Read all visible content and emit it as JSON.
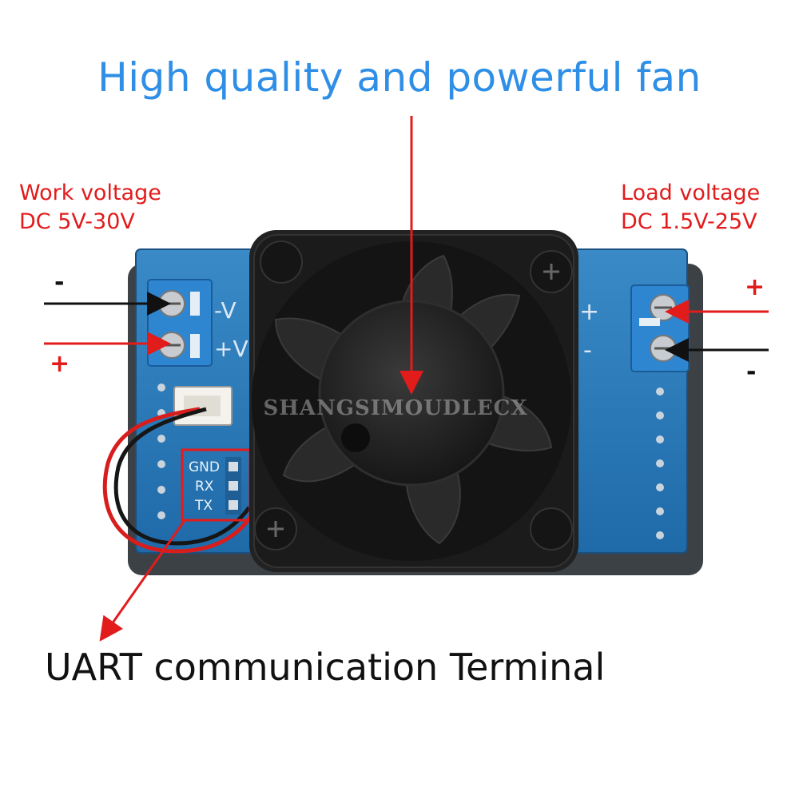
{
  "title": "High quality and powerful fan",
  "work_voltage": {
    "line1": "Work voltage",
    "line2": "DC 5V-30V",
    "minus": "-",
    "plus": "+"
  },
  "load_voltage": {
    "line1": "Load voltage",
    "line2": "DC 1.5V-25V",
    "plus": "+",
    "minus": "-"
  },
  "uart_label": "UART communication Terminal",
  "pin_labels": [
    "GND",
    "RX",
    "TX"
  ],
  "terminal_marks": {
    "left_top": "-V",
    "left_bottom": "+V",
    "right_top": "+",
    "right_bottom": "-"
  },
  "watermark": "SHANGSIMOUDLECX",
  "colors": {
    "title": "#2f8fe6",
    "annotation": "#e21b1b",
    "pcb": "#2a79b8",
    "fan": "#1e1e1e"
  }
}
